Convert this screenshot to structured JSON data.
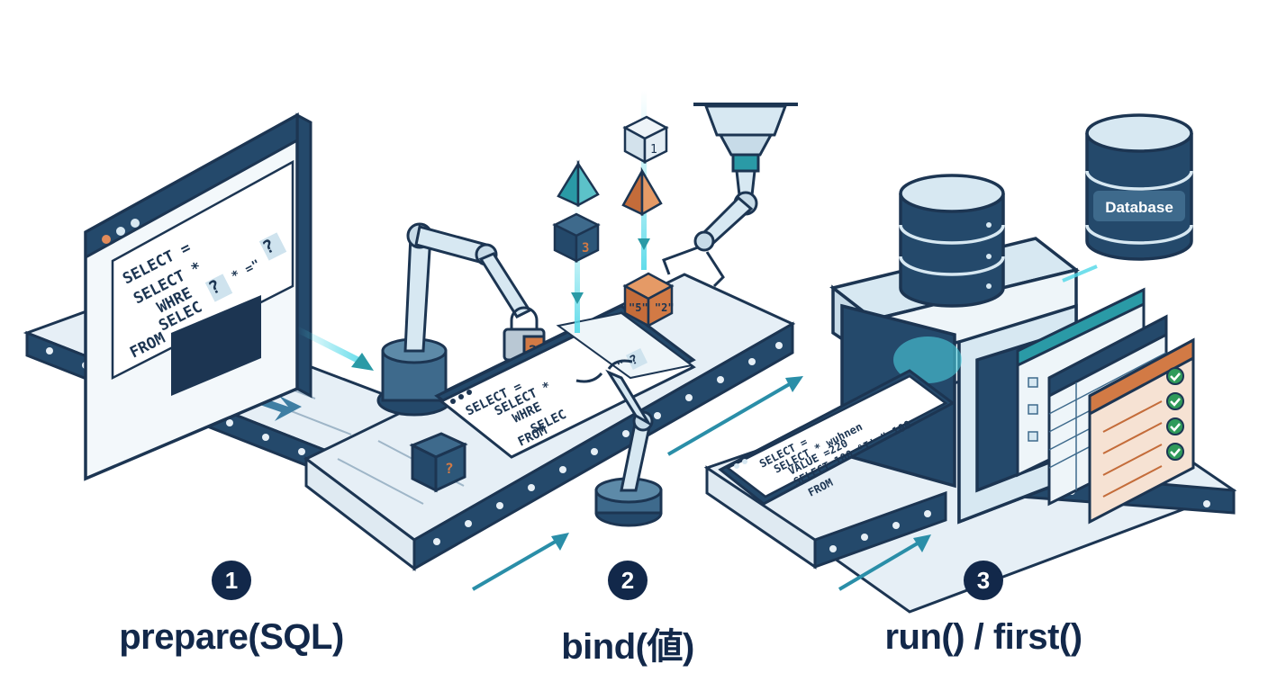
{
  "colors": {
    "outline": "#1c3552",
    "navy": "#24496b",
    "belt_light": "#e6eff6",
    "teal": "#2a9aa6",
    "cyan_glow": "#4fd8e8",
    "orange": "#d27a45",
    "pale_blue": "#d7e8f2",
    "label_dark": "#12284a"
  },
  "window1": {
    "lines": [
      "SELECT =",
      "SELECT *",
      "WHRE",
      "SELEC",
      "FROM"
    ],
    "placeholder_mark": "?",
    "quote_marks": "* =\""
  },
  "panel2": {
    "lines": [
      "SELECT =",
      "SELECT *",
      "WHRE",
      "SELEC",
      "FROM"
    ],
    "tail_mark": "\"",
    "placeholder_mark": "?"
  },
  "cubes": {
    "top_cube": "1",
    "blue_cube": "3",
    "orange_cube": "\"5\" \"2\"",
    "lock_tag": "2",
    "belt_cube": "?"
  },
  "panel3": {
    "lines": [
      "SELECT =",
      "SELECT * wuhnen",
      "VALUE =220",
      "SELECT 100 ⁰I' \" 100",
      "FROM"
    ]
  },
  "database": {
    "label": "Database"
  },
  "steps": [
    {
      "number": "1",
      "label": "prepare(SQL)"
    },
    {
      "number": "2",
      "label": "bind(値)"
    },
    {
      "number": "3",
      "label": "run() / first()"
    }
  ]
}
